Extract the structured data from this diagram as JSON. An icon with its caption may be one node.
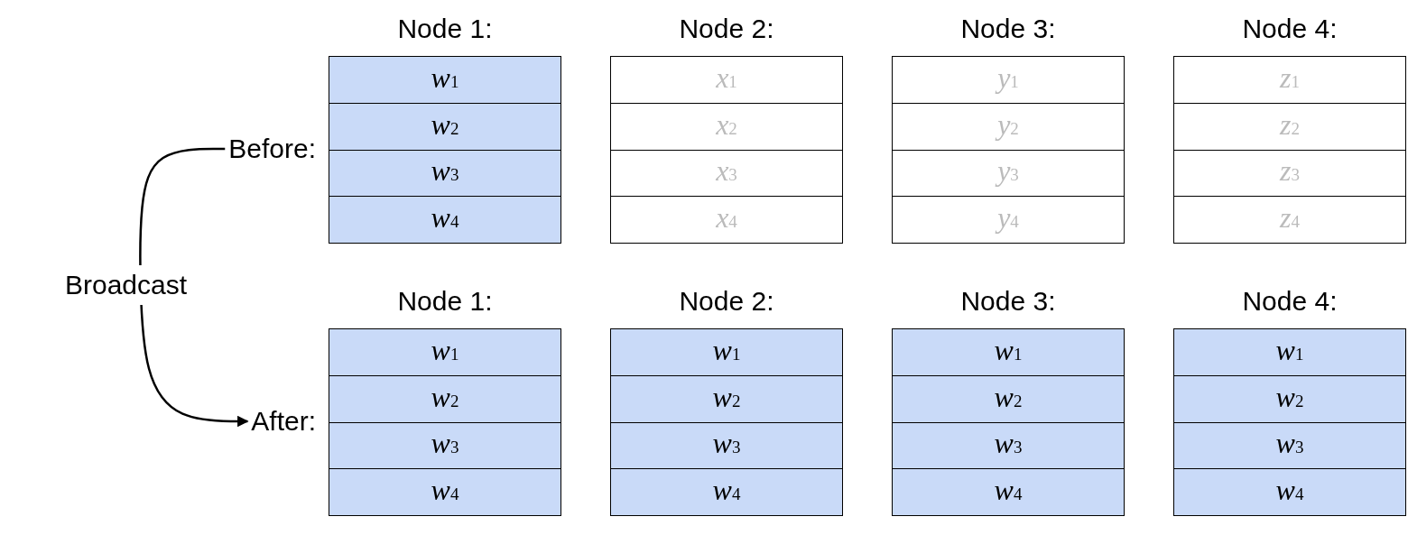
{
  "diagram": {
    "nodes": [
      {
        "text": [
          "Before:"
        ]
      },
      {
        "text": [
          "Node 1:"
        ]
      },
      {
        "text": [
          "*w*$_{1}$"
        ],
        "in": 1
      },
      {
        "text": [
          "*w*$_{2}$"
        ],
        "in": 1
      },
      {
        "text": [
          "*w*$_{3}$"
        ],
        "in": 1
      },
      {
        "text": [
          "*w*$_{4}$"
        ],
        "in": 1
      },
      {
        "text": [
          "Node 2:"
        ]
      },
      {
        "text": [
          "*x*$_{1}$"
        ],
        "in": 6
      },
      {
        "text": [
          "*x*$_{2}$"
        ],
        "in": 6
      },
      {
        "text": [
          "*x*$_{3}$"
        ],
        "in": 6
      },
      {
        "text": [
          "*x*$_{4}$"
        ],
        "in": 6
      },
      {
        "text": [
          "Node 3:"
        ]
      },
      {
        "text": [
          "*y*$_{1}$"
        ],
        "in": 11
      },
      {
        "text": [
          "*y*$_{2}$"
        ],
        "in": 11
      },
      {
        "text": [
          "*y*$_{3}$"
        ],
        "in": 11
      },
      {
        "text": [
          "*y*$_{4}$"
        ],
        "in": 11
      },
      {
        "text": [
          "Node 4:"
        ]
      },
      {
        "text": [
          "*z*$_{1}$"
        ],
        "in": 16
      },
      {
        "text": [
          "*z*$_{2}$"
        ],
        "in": 16
      },
      {
        "text": [
          "*z*$_{3}$"
        ],
        "in": 16
      },
      {
        "text": [
          "*z*$_{4}$"
        ],
        "in": 16
      },
      {
        "text": [
          "After:"
        ]
      },
      {
        "text": [
          "Node 1:"
        ]
      },
      {
        "text": [
          "*w*$_{1}$"
        ],
        "in": 22
      },
      {
        "text": [
          "*w*$_{2}$"
        ],
        "in": 22
      },
      {
        "text": [
          "*w*$_{3}$"
        ],
        "in": 22
      },
      {
        "text": [
          "*w*$_{4}$"
        ],
        "in": 22
      },
      {
        "text": [
          "Node 2:"
        ]
      },
      {
        "text": [
          "*w*$_{1}$"
        ],
        "in": 27
      },
      {
        "text": [
          "*w*$_{2}$"
        ],
        "in": 27
      },
      {
        "text": [
          "*w*$_{3}$"
        ],
        "in": 27
      },
      {
        "text": [
          "*w*$_{4}$"
        ],
        "in": 27
      },
      {
        "text": [
          "Node 3:"
        ]
      },
      {
        "text": [
          "*w*$_{1}$"
        ],
        "in": 32
      },
      {
        "text": [
          "*w*$_{2}$"
        ],
        "in": 32
      },
      {
        "text": [
          "*w*$_{3}$"
        ],
        "in": 32
      },
      {
        "text": [
          "*w*$_{4}$"
        ],
        "in": 32
      },
      {
        "text": [
          "Node 4:"
        ]
      },
      {
        "text": [
          "*w*$_{1}$"
        ],
        "in": 37
      },
      {
        "text": [
          "*w*$_{2}$"
        ],
        "in": 37
      },
      {
        "text": [
          "*w*$_{3}$"
        ],
        "in": 37
      },
      {
        "text": [
          "*w*$_{4}$"
        ],
        "in": 37
      }
    ],
    "edges": [
      {
        "from": 0,
        "to": 21,
        "arrow": "to",
        "label": "Broadcast"
      }
    ]
  }
}
